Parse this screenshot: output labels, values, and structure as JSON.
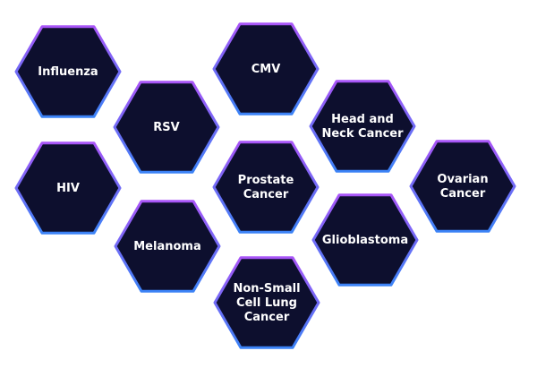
{
  "colors": {
    "hex_fill": "#0d0f2e",
    "border_top": "#a855f7",
    "border_bottom": "#3b82f6",
    "label": "#ffffff"
  },
  "hexagons": [
    {
      "id": "influenza",
      "lines": [
        "Influenza"
      ]
    },
    {
      "id": "cmv",
      "lines": [
        "CMV"
      ]
    },
    {
      "id": "rsv",
      "lines": [
        "RSV"
      ]
    },
    {
      "id": "head-and-neck-cancer",
      "lines": [
        "Head and",
        "Neck Cancer"
      ]
    },
    {
      "id": "hiv",
      "lines": [
        "HIV"
      ]
    },
    {
      "id": "prostate-cancer",
      "lines": [
        "Prostate",
        "Cancer"
      ]
    },
    {
      "id": "ovarian-cancer",
      "lines": [
        "Ovarian",
        "Cancer"
      ]
    },
    {
      "id": "melanoma",
      "lines": [
        "Melanoma"
      ]
    },
    {
      "id": "glioblastoma",
      "lines": [
        "Glioblastoma"
      ]
    },
    {
      "id": "non-small-cell-lung-cancer",
      "lines": [
        "Non-Small",
        "Cell Lung",
        "Cancer"
      ]
    }
  ]
}
